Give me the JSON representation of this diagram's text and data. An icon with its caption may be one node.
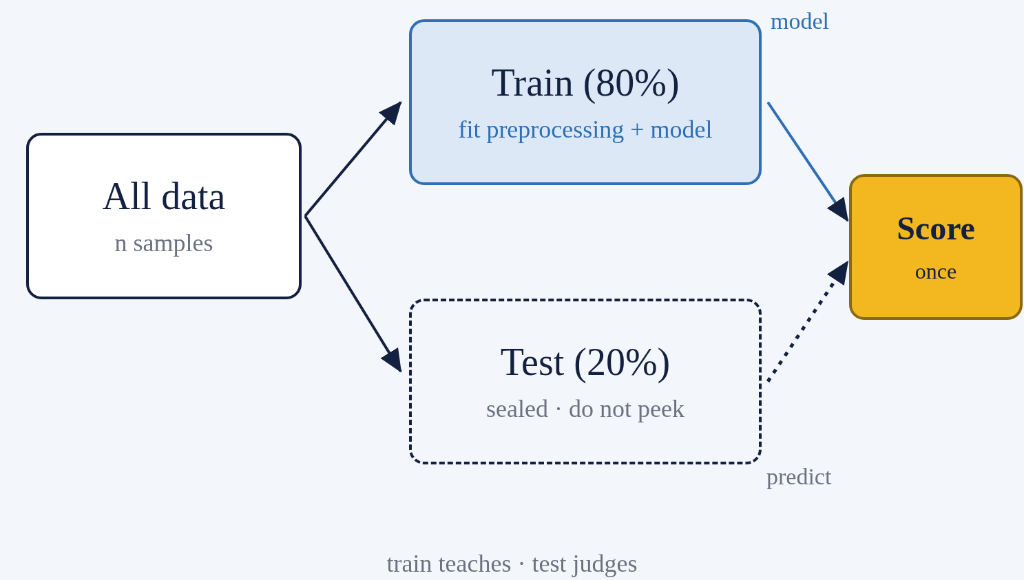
{
  "diagram": {
    "caption": "train teaches · test judges",
    "nodes": [
      {
        "text": [
          "All data",
          "n samples"
        ]
      },
      {
        "text": [
          "Train (80%)",
          "fit preprocessing + model"
        ]
      },
      {
        "text": [
          "Test (20%)",
          "sealed · do not peek"
        ]
      },
      {
        "text": [
          "Score",
          "once"
        ]
      }
    ],
    "edges": [
      {
        "from": 0,
        "to": 1,
        "arrow": "to"
      },
      {
        "from": 0,
        "to": 2,
        "arrow": "to"
      },
      {
        "from": 1,
        "to": 3,
        "arrow": "to",
        "label": "model",
        "color": "#2f6fb5"
      },
      {
        "from": 2,
        "to": 3,
        "arrow": "to",
        "label": "predict",
        "style": "dashed"
      }
    ]
  }
}
